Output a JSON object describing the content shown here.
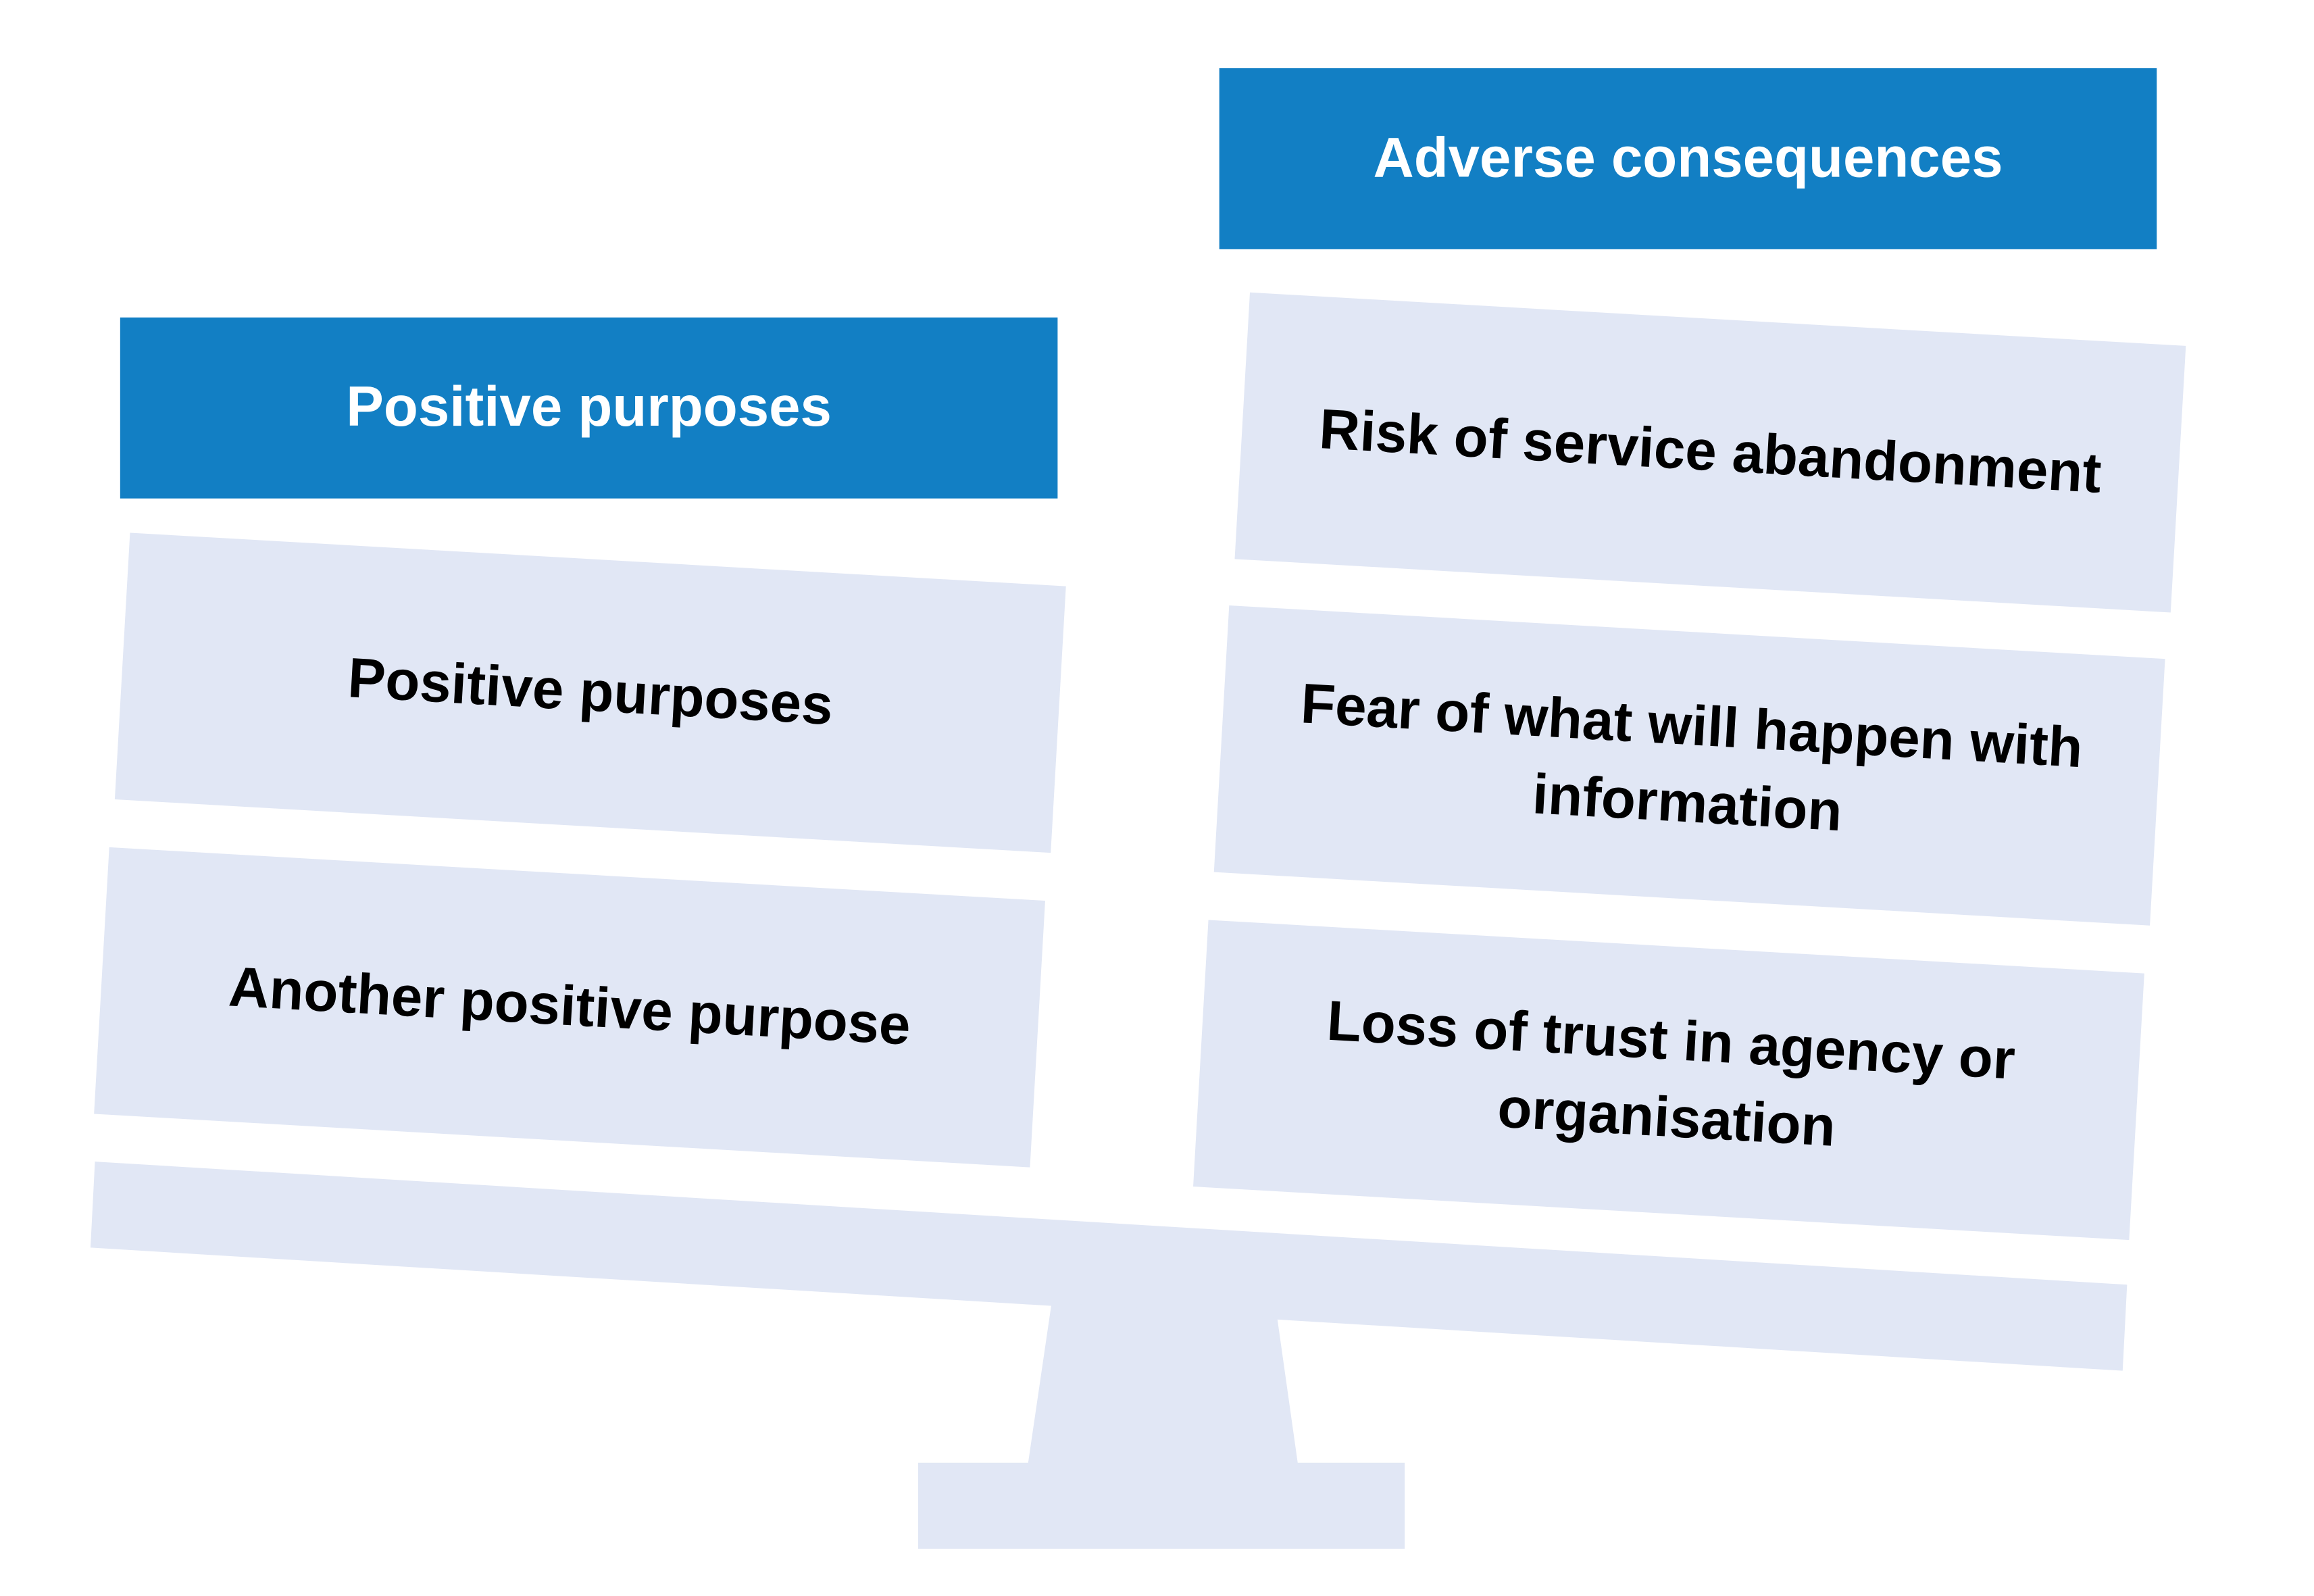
{
  "colors": {
    "header_bg": "#127fc4",
    "card_bg": "#e1e7f5",
    "beam_bg": "#e1e7f5",
    "header_text": "#ffffff",
    "card_text": "#000000"
  },
  "left": {
    "header": "Positive purposes",
    "items": [
      "Positive purposes",
      "Another positive purpose"
    ]
  },
  "right": {
    "header": "Adverse consequences",
    "items": [
      "Risk of service abandonment",
      "Fear of what will happen with information",
      "Loss of trust in agency or organisation"
    ]
  }
}
